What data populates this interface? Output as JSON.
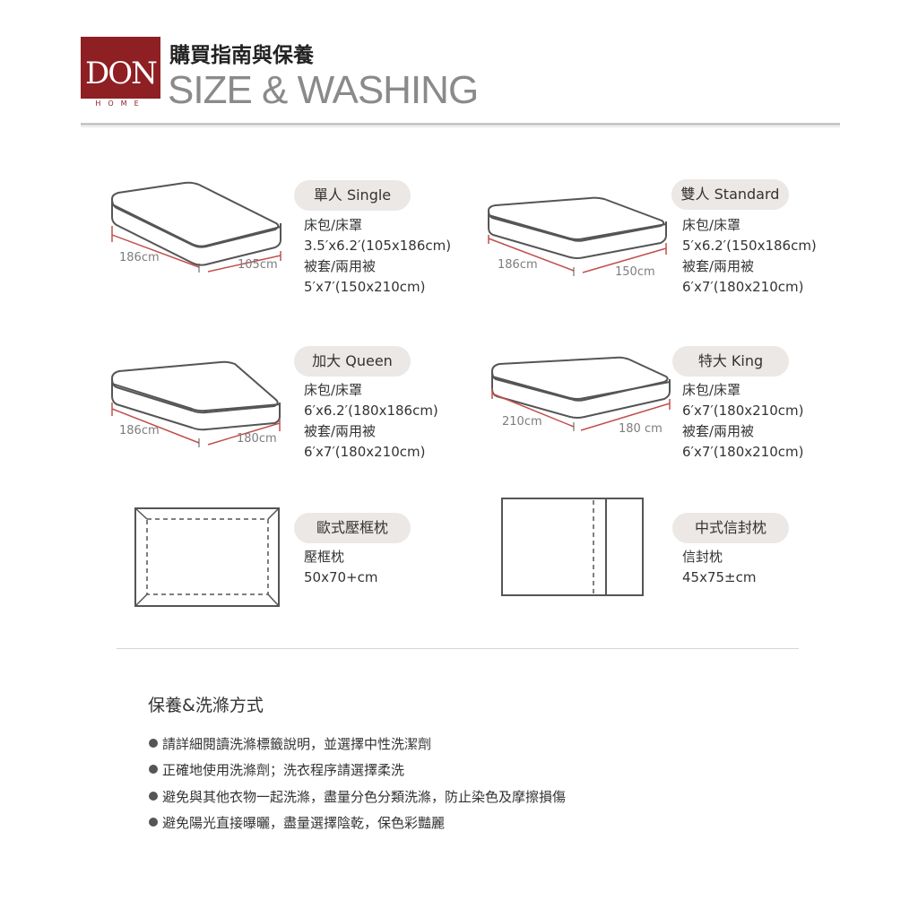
{
  "header": {
    "logo_text": "DON",
    "logo_subtext": "HOME",
    "title_cn": "購買指南與保養",
    "title_en": "SIZE & WASHING"
  },
  "sizes": [
    {
      "label": "單人 Single",
      "lines": [
        "床包/床罩",
        "3.5′x6.2′(105x186cm)",
        "被套/兩用被",
        "5′x7′(150x210cm)"
      ],
      "length": "186cm",
      "width": "105cm"
    },
    {
      "label": "雙人 Standard",
      "lines": [
        "床包/床罩",
        "5′x6.2′(150x186cm)",
        "被套/兩用被",
        "6′x7′(180x210cm)"
      ],
      "length": "186cm",
      "width": "150cm"
    },
    {
      "label": "加大 Queen",
      "lines": [
        "床包/床罩",
        "6′x6.2′(180x186cm)",
        "被套/兩用被",
        "6′x7′(180x210cm)"
      ],
      "length": "186cm",
      "width": "180cm"
    },
    {
      "label": "特大 King",
      "lines": [
        "床包/床罩",
        "6′x7′(180x210cm)",
        "被套/兩用被",
        "6′x7′(180x210cm)"
      ],
      "length": "210cm",
      "width": "180 cm"
    }
  ],
  "pillows": [
    {
      "label": "歐式壓框枕",
      "lines": [
        "壓框枕",
        "50x70+cm"
      ]
    },
    {
      "label": "中式信封枕",
      "lines": [
        "信封枕",
        "45x75±cm"
      ]
    }
  ],
  "care": {
    "title": "保養&洗滌方式",
    "items": [
      "請詳細閱讀洗滌標籤說明，並選擇中性洗潔劑",
      "正確地使用洗滌劑；洗衣程序請選擇柔洗",
      "避免與其他衣物一起洗滌，盡量分色分類洗滌，防止染色及摩擦損傷",
      "避免陽光直接曝曬，盡量選擇陰乾，保色彩豔麗"
    ]
  },
  "colors": {
    "brand": "#8e1f23",
    "pill_bg": "#ebe8e5",
    "dimension_line": "#c0504d",
    "mattress_stroke": "#555555"
  }
}
